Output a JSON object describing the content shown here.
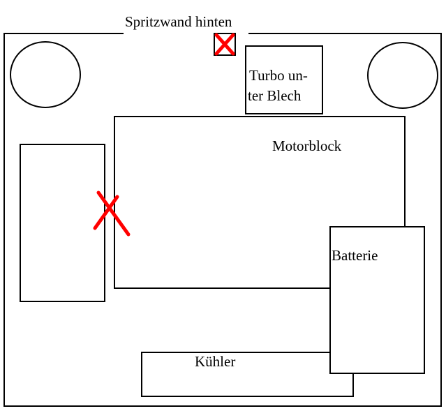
{
  "labels": {
    "top": "Spritzwand hinten",
    "turbo_line1": "Turbo un-",
    "turbo_line2": "ter Blech",
    "engine": "Motorblock",
    "battery": "Batterie",
    "radiator": "Kühler"
  },
  "colors": {
    "outline": "#000000",
    "marker": "#ff0000",
    "background": "#ffffff"
  },
  "markers": [
    {
      "name": "top-x-mark",
      "symbol": "x"
    },
    {
      "name": "left-x-mark",
      "symbol": "x"
    }
  ]
}
